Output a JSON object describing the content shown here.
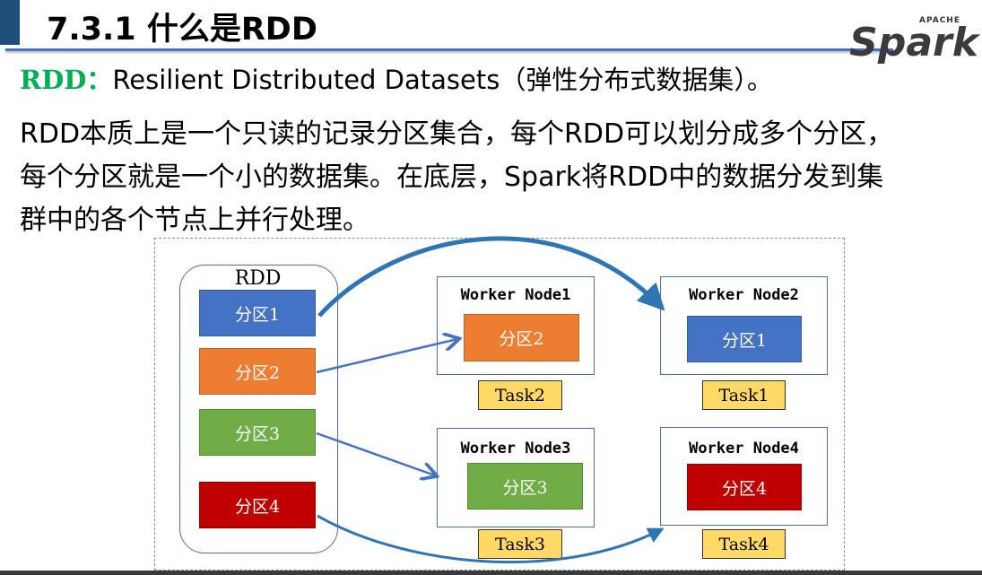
{
  "title": "7.3.1  什么是RDD",
  "logo": {
    "top": "APACHE",
    "main": "Spark"
  },
  "subtitle": {
    "term": "RDD：",
    "text": "Resilient Distributed Datasets（弹性分布式数据集）。"
  },
  "paragraph": [
    "RDD本质上是一个只读的记录分区集合，每个RDD可以划分成多个分区，",
    "每个分区就是一个小的数据集。在底层，Spark将RDD中的数据分发到集",
    "群中的各个节点上并行处理。"
  ],
  "diagram": {
    "rdd_label": "RDD",
    "partitions": [
      {
        "label": "分区1",
        "color": "#4472c4"
      },
      {
        "label": "分区2",
        "color": "#ed7d31"
      },
      {
        "label": "分区3",
        "color": "#70ad47"
      },
      {
        "label": "分区4",
        "color": "#c00000"
      }
    ],
    "nodes": [
      {
        "name": "Worker Node1",
        "partition": "分区2",
        "color": "#ed7d31",
        "task": "Task2"
      },
      {
        "name": "Worker Node2",
        "partition": "分区1",
        "color": "#4472c4",
        "task": "Task1"
      },
      {
        "name": "Worker Node3",
        "partition": "分区3",
        "color": "#70ad47",
        "task": "Task3"
      },
      {
        "name": "Worker Node4",
        "partition": "分区4",
        "color": "#c00000",
        "task": "Task4"
      }
    ]
  }
}
